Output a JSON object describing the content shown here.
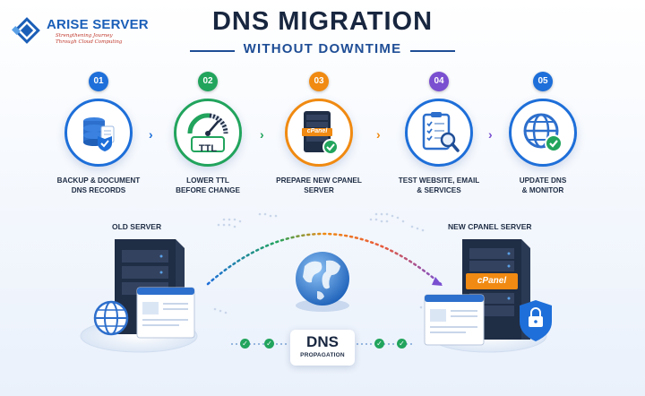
{
  "brand": {
    "name": "ARISE SERVER",
    "tagline": "Strengthening Journey Through Cloud Computing"
  },
  "header": {
    "title": "DNS MIGRATION",
    "subtitle": "WITHOUT DOWNTIME"
  },
  "steps": [
    {
      "number": "01",
      "label_line1": "BACKUP & DOCUMENT",
      "label_line2": "DNS RECORDS",
      "icon": "database-shield-icon",
      "color": "#1e6fd9"
    },
    {
      "number": "02",
      "label_line1": "LOWER TTL",
      "label_line2": "BEFORE CHANGE",
      "icon": "ttl-gauge-icon",
      "color": "#22a45d",
      "icon_text": "TTL"
    },
    {
      "number": "03",
      "label_line1": "PREPARE NEW CPANEL",
      "label_line2": "SERVER",
      "icon": "cpanel-server-icon",
      "color": "#f08a12",
      "icon_text": "cPanel"
    },
    {
      "number": "04",
      "label_line1": "TEST WEBSITE, EMAIL",
      "label_line2": "& SERVICES",
      "icon": "checklist-magnifier-icon",
      "color": "#7a4fd0"
    },
    {
      "number": "05",
      "label_line1": "UPDATE DNS",
      "label_line2": "& MONITOR",
      "icon": "globe-check-icon",
      "color": "#1e6fd9"
    }
  ],
  "old_server": {
    "label": "OLD SERVER"
  },
  "new_server": {
    "label": "NEW CPANEL SERVER",
    "badge": "cPanel"
  },
  "propagation": {
    "title": "DNS",
    "subtitle": "PROPAGATION"
  },
  "colors": {
    "primary": "#1e6fd9",
    "green": "#22a45d",
    "orange": "#f08a12",
    "purple": "#7a4fd0",
    "dark": "#18263f"
  }
}
